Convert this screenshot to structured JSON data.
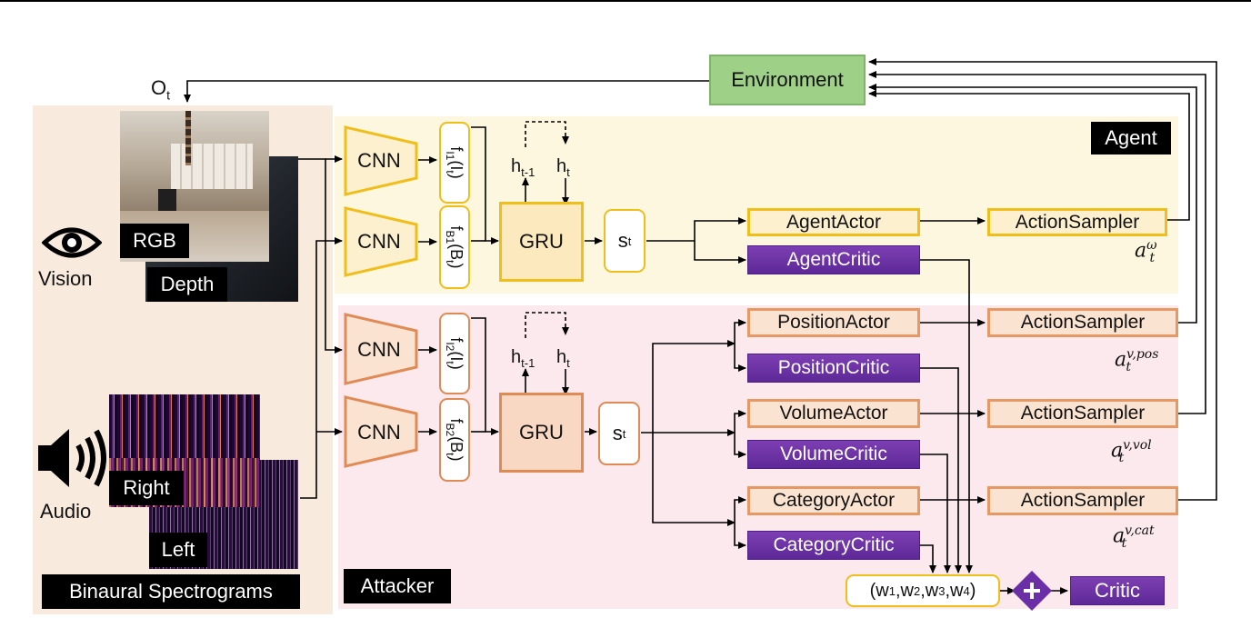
{
  "environment": "Environment",
  "observation_label": "O",
  "observation_sub": "t",
  "modalities": {
    "vision": "Vision",
    "audio": "Audio",
    "rgb": "RGB",
    "depth": "Depth",
    "right": "Right",
    "left": "Left",
    "spectrograms": "Binaural Spectrograms"
  },
  "sections": {
    "agent": "Agent",
    "attacker": "Attacker"
  },
  "encoders": [
    "CNN",
    "CNN",
    "CNN",
    "CNN"
  ],
  "features": {
    "agent_image": "f",
    "agent_image_sub": "I1",
    "agent_image_arg": "(I",
    "agent_binaural": "f",
    "agent_binaural_sub": "B1",
    "agent_binaural_arg": "(B",
    "attacker_image": "f",
    "attacker_image_sub": "I2",
    "attacker_binaural": "f",
    "attacker_binaural_sub": "B2",
    "arg_sub": "t",
    "close": ")"
  },
  "recurrent": {
    "gru": "GRU",
    "h_prev": "h",
    "h_prev_sub": "t-1",
    "h_cur": "h",
    "h_cur_sub": "t",
    "state": "s",
    "state_sub": "t"
  },
  "heads": {
    "agent_actor": "AgentActor",
    "agent_critic": "AgentCritic",
    "position_actor": "PositionActor",
    "position_critic": "PositionCritic",
    "volume_actor": "VolumeActor",
    "volume_critic": "VolumeCritic",
    "category_actor": "CategoryActor",
    "category_critic": "CategoryCritic"
  },
  "samplers": [
    "ActionSampler",
    "ActionSampler",
    "ActionSampler",
    "ActionSampler"
  ],
  "actions": {
    "base": "a",
    "sub": "t",
    "agent_sup": "ω",
    "pos_sup": "v,pos",
    "vol_sup": "v,vol",
    "cat_sup": "v,cat"
  },
  "weights": "(w1,w2,w3,w4)",
  "weight_parts": [
    "w",
    "1",
    "w",
    "2",
    "w",
    "3",
    "w",
    "4"
  ],
  "plus": "+",
  "critic": "Critic",
  "colors": {
    "agent_panel": "#fdf7df",
    "attacker_panel": "#fbe9ee",
    "input_panel": "#f8eadd",
    "environment": "#9fd088",
    "agent_accent": "#f0be1a",
    "attacker_accent": "#e79863",
    "critic": "#6a2fa6"
  },
  "icons": [
    "eye-icon",
    "speaker-icon",
    "plus-icon"
  ]
}
